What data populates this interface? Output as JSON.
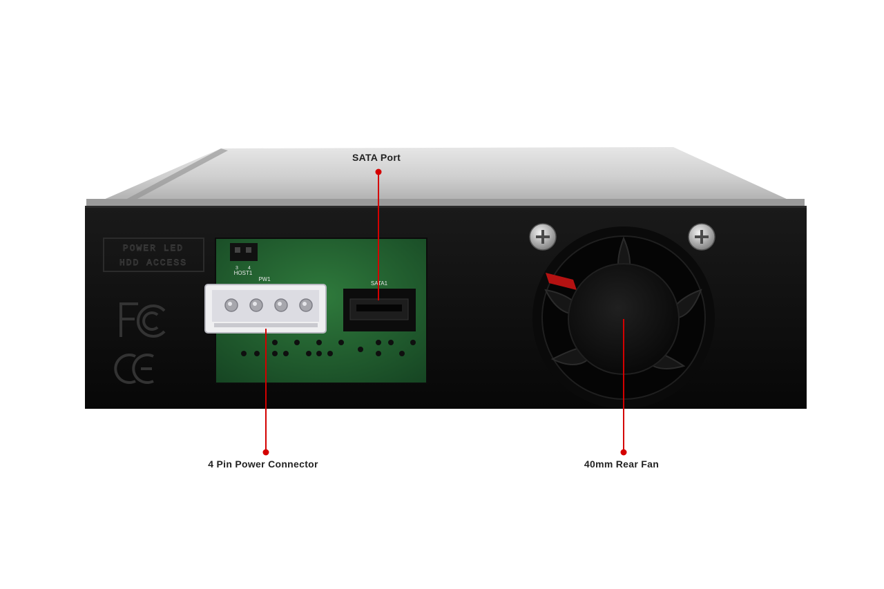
{
  "callouts": {
    "sata": "SATA Port",
    "power": "4 Pin Power Connector",
    "fan": "40mm Rear Fan"
  },
  "pcb_silkscreen": {
    "sata": "SATA1",
    "power": "PW1",
    "host": "HOST1",
    "pin_left": "3",
    "pin_right": "4"
  },
  "panel_embossed": {
    "line1": "POWER LED",
    "line2": "HDD ACCESS"
  },
  "colors": {
    "accent": "#d40000",
    "chassis": "#0d0d0d",
    "pcb": "#1f5a2c",
    "top_plate": "#c8c8c8"
  },
  "icons": [
    "fcc-mark-icon",
    "ce-mark-icon",
    "screw-icon",
    "fan-icon"
  ]
}
